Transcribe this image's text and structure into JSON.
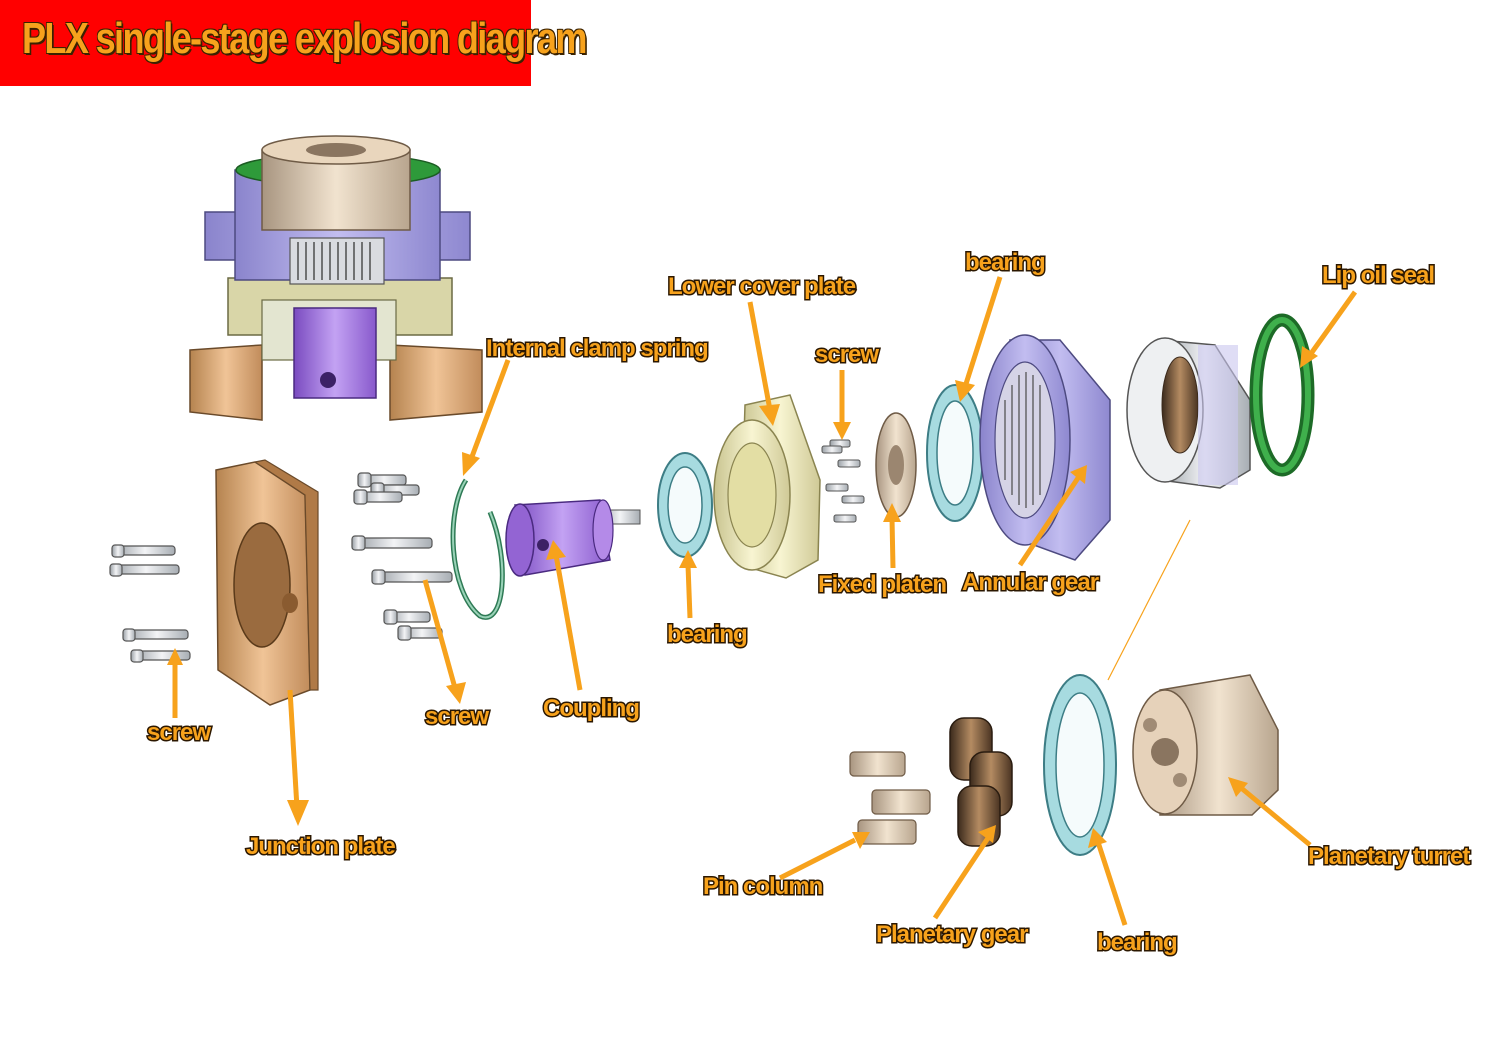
{
  "title": "PLX single-stage explosion diagram",
  "labels": {
    "internal_clamp_spring": "Internal clamp spring",
    "lower_cover_plate": "Lower cover plate",
    "screw_top": "screw",
    "bearing_top": "bearing",
    "lip_oil_seal": "Lip oil seal",
    "fixed_platen": "Fixed platen",
    "annular_gear": "Annular gear",
    "bearing_mid": "bearing",
    "screw_left": "screw",
    "screw_mid": "screw",
    "coupling": "Coupling",
    "junction_plate": "Junction plate",
    "pin_column": "Pin column",
    "planetary_gear": "Planetary gear",
    "bearing_bottom": "bearing",
    "planetary_turret": "Planetary turret"
  },
  "colors": {
    "banner": "#ff0000",
    "label": "#f7a21c",
    "housing_lavender": "#a9a4e0",
    "bronze": "#d9a77b",
    "cream": "#eeeabc",
    "teal": "#a7dbe0",
    "green": "#2e9a3a",
    "purple": "#9a6fd6",
    "tan": "#d8c4a8"
  }
}
